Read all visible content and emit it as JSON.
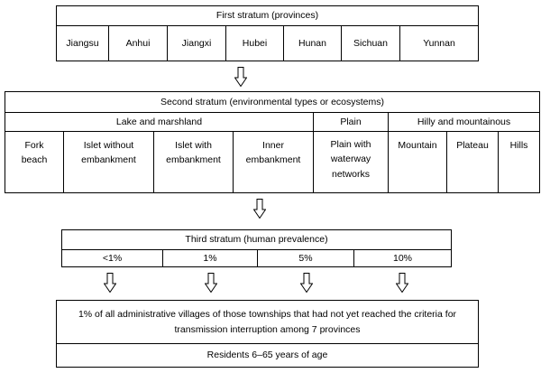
{
  "first_stratum": {
    "title": "First stratum (provinces)",
    "provinces": [
      "Jiangsu",
      "Anhui",
      "Jiangxi",
      "Hubei",
      "Hunan",
      "Sichuan",
      "Yunnan"
    ]
  },
  "second_stratum": {
    "title": "Second stratum (environmental types or ecosystems)",
    "groups": [
      "Lake and marshland",
      "Plain",
      "Hilly and mountainous"
    ],
    "types": [
      [
        "Fork",
        "beach"
      ],
      [
        "Islet without",
        "embankment"
      ],
      [
        "Islet with",
        "embankment"
      ],
      [
        "Inner",
        "embankment"
      ],
      [
        "Plain with",
        "waterway",
        "networks"
      ],
      [
        "Mountain"
      ],
      [
        "Plateau"
      ],
      [
        "Hills"
      ]
    ]
  },
  "third_stratum": {
    "title": "Third stratum (human prevalence)",
    "levels": [
      "<1%",
      "1%",
      "5%",
      "10%"
    ]
  },
  "sampling": {
    "villages_line1": "1% of all administrative villages of those townships that had not yet reached the criteria for",
    "villages_line2": "transmission interruption among 7 provinces",
    "residents": "Residents 6–65 years of age"
  }
}
